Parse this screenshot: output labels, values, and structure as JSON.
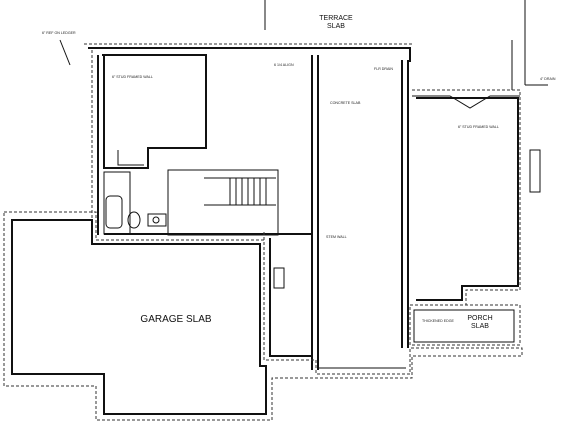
{
  "labels": {
    "terrace_line1": "TERRACE",
    "terrace_line2": "SLAB",
    "garage": "GARAGE SLAB",
    "porch_line1": "PORCH",
    "porch_line2": "SLAB"
  }
}
